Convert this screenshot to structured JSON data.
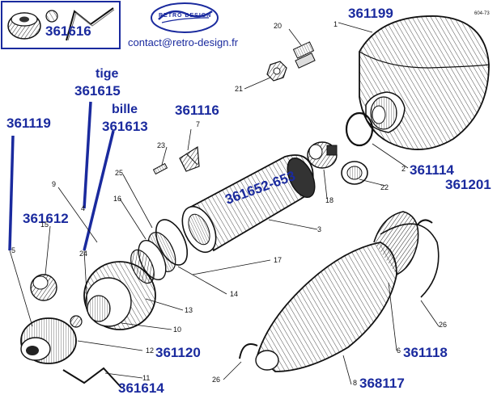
{
  "header": {
    "contact": "contact@retro-design.fr",
    "logo_text": "RETRO DESIGN",
    "drawing_code": "604-73"
  },
  "inset": {
    "ref": "361616"
  },
  "refs": {
    "r361199": "361199",
    "r361615": "361615",
    "r361613": "361613",
    "r361119": "361119",
    "r361116": "361116",
    "r361652": "361652-653",
    "r361612": "361612",
    "r361114": "361114",
    "r361201": "361201",
    "r361120": "361120",
    "r361118": "361118",
    "r361614": "361614",
    "r368117": "368117"
  },
  "words": {
    "tige": "tige",
    "bille": "bille"
  },
  "callouts": [
    "1",
    "2",
    "3",
    "4",
    "5",
    "6",
    "7",
    "8",
    "9",
    "10",
    "11",
    "12",
    "13",
    "14",
    "15",
    "16",
    "17",
    "18",
    "20",
    "21",
    "22",
    "23",
    "24",
    "25",
    "26",
    "26"
  ],
  "colors": {
    "accent": "#1a2a9e",
    "ink": "#111111",
    "paper": "#ffffff"
  }
}
